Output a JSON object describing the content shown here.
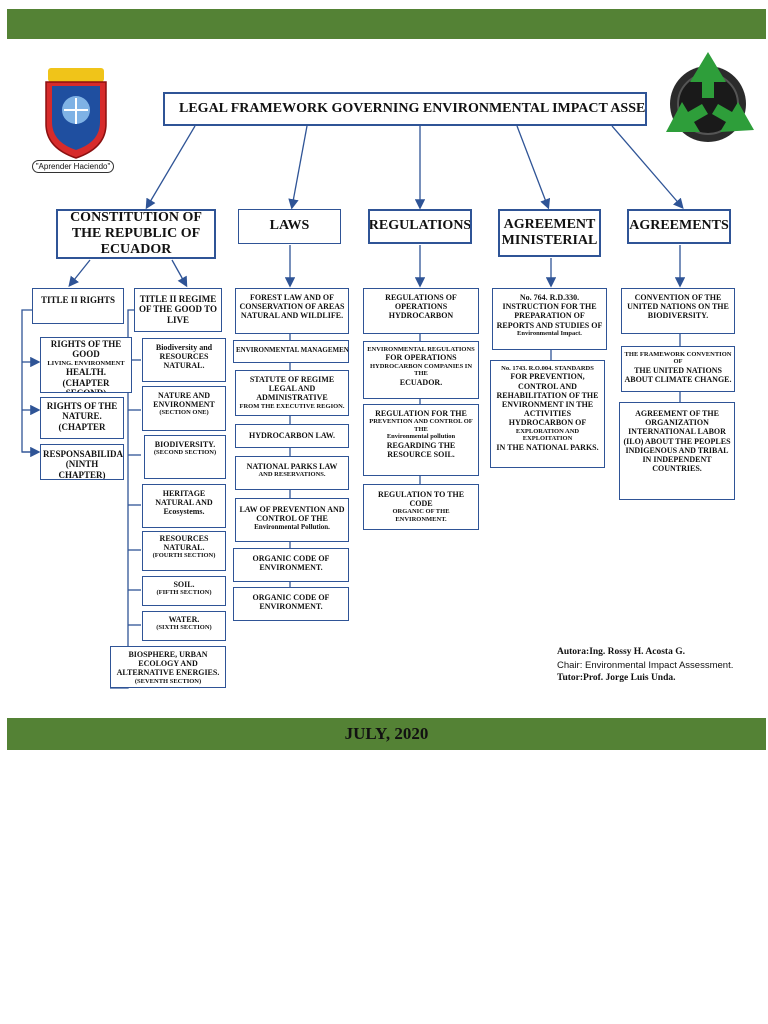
{
  "title": "LEGAL FRAMEWORK GOVERNING ENVIRONMENTAL IMPACT ASSESSMENT IN ECUADOR",
  "logo": {
    "motto": "\"Aprender Haciendo\""
  },
  "columns": {
    "constitution": "CONSTITUTION OF THE REPUBLIC OF ECUADOR",
    "laws": "LAWS",
    "regulations": "REGULATIONS",
    "agreement_ministerial": "AGREEMENT MINISTERIAL",
    "agreements": "AGREEMENTS"
  },
  "constitution": {
    "title2_rights": "TITLE II RIGHTS",
    "title2_regime": "TITLE II REGIME OF THE GOOD TO LIVE",
    "rights": [
      {
        "main": "RIGHTS OF THE GOOD",
        "sub": "LIVING. ENVIRONMENT",
        "main2": "HEALTH. (CHAPTER SECOND)"
      },
      {
        "main": "RIGHTS OF THE NATURE. (CHAPTER",
        "sub": "",
        "main2": ""
      },
      {
        "main": "RESPONSABILIDADES. (NINTH CHAPTER)",
        "sub": "",
        "main2": ""
      }
    ],
    "regime": [
      {
        "main": "Biodiversity and RESOURCES NATURAL.",
        "sub": ""
      },
      {
        "main": "NATURE AND ENVIRONMENT",
        "sub": "(SECTION ONE)"
      },
      {
        "main": "BIODIVERSITY.",
        "sub": "(SECOND SECTION)"
      },
      {
        "main": "HERITAGE NATURAL AND Ecosystems.",
        "sub": ""
      },
      {
        "main": "RESOURCES NATURAL.",
        "sub": "(FOURTH SECTION)"
      },
      {
        "main": "SOIL.",
        "sub": "(FIFTH SECTION)"
      },
      {
        "main": "WATER.",
        "sub": "(SIXTH SECTION)"
      },
      {
        "main": "BIOSPHERE, URBAN ECOLOGY AND ALTERNATIVE ENERGIES.",
        "sub": "(SEVENTH SECTION)"
      }
    ]
  },
  "laws": [
    {
      "main": "FOREST LAW AND OF CONSERVATION OF AREAS NATURAL AND WILDLIFE.",
      "sub": ""
    },
    {
      "main": "ENVIRONMENTAL MANAGEMENT LAW",
      "sub": ""
    },
    {
      "main": "STATUTE OF REGIME LEGAL AND ADMINISTRATIVE",
      "sub": "FROM THE EXECUTIVE REGION."
    },
    {
      "main": "HYDROCARBON LAW.",
      "sub": ""
    },
    {
      "main": "NATIONAL PARKS LAW",
      "sub": "AND RESERVATIONS."
    },
    {
      "main": "LAW OF PREVENTION AND CONTROL OF THE",
      "sub": "Environmental Pollution."
    },
    {
      "main": "ORGANIC CODE OF ENVIRONMENT.",
      "sub": ""
    },
    {
      "main": "ORGANIC CODE OF ENVIRONMENT.",
      "sub": ""
    }
  ],
  "regulations": [
    {
      "main": "REGULATIONS OF OPERATIONS HYDROCARBON",
      "sub": ""
    },
    {
      "sub1": "ENVIRONMENTAL REGULATIONS",
      "main": "FOR OPERATIONS",
      "sub2": "HYDROCARBON COMPANIES IN THE",
      "main2": "ECUADOR."
    },
    {
      "main": "REGULATION FOR THE",
      "sub1": "PREVENTION AND CONTROL OF THE",
      "sub2": "Environmental pollution",
      "main2": "REGARDING THE RESOURCE SOIL."
    },
    {
      "main": "REGULATION TO THE CODE",
      "sub": "ORGANIC OF THE ENVIRONMENT."
    }
  ],
  "ministerial": [
    {
      "main": "No. 764. R.D.330. INSTRUCTION FOR THE PREPARATION OF REPORTS AND STUDIES OF",
      "sub": "Environmental Impact."
    },
    {
      "sub1": "No. 1743. R.O.004. STANDARDS",
      "main": "FOR PREVENTION, CONTROL AND REHABILITATION OF THE ENVIRONMENT IN THE ACTIVITIES HYDROCARBON OF",
      "sub2": "EXPLORATION AND EXPLOITATION",
      "main2": "IN THE NATIONAL PARKS."
    }
  ],
  "agreements": [
    {
      "main": "CONVENTION OF THE UNITED NATIONS ON THE BIODIVERSITY.",
      "sub": ""
    },
    {
      "sub": "THE FRAMEWORK CONVENTION OF",
      "main": "THE UNITED NATIONS ABOUT CLIMATE CHANGE."
    },
    {
      "main": "AGREEMENT OF THE ORGANIZATION INTERNATIONAL LABOR (ILO) ABOUT THE PEOPLES INDIGENOUS AND TRIBAL IN INDEPENDENT COUNTRIES.",
      "sub": ""
    }
  ],
  "credits": {
    "author": "Autora:Ing. Rossy H. Acosta G.",
    "chair": "Chair: Environmental Impact Assessment.",
    "tutor": "Tutor:Prof. Jorge Luis Unda."
  },
  "footer": {
    "date": "JULY, 2020"
  },
  "colors": {
    "bar": "#548235",
    "border": "#2f5496",
    "arrow": "#2f5496"
  }
}
